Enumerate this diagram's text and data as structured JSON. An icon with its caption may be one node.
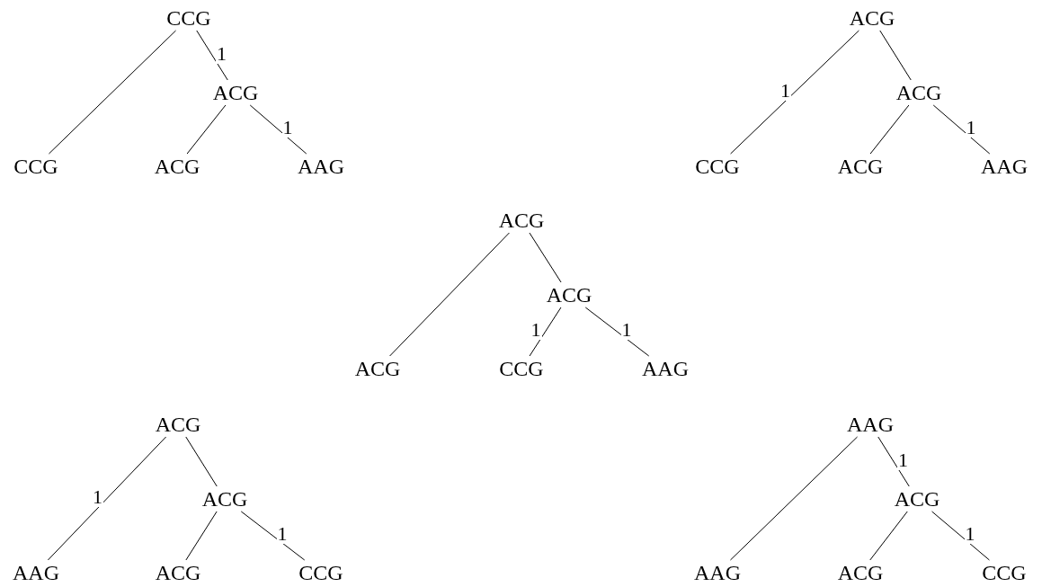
{
  "diagram": {
    "nodes": [
      {
        "text": [
          "CCG"
        ]
      },
      {
        "text": [
          "ACG"
        ]
      },
      {
        "text": [
          "CCG"
        ]
      },
      {
        "text": [
          "ACG"
        ]
      },
      {
        "text": [
          "AAG"
        ]
      },
      {
        "text": [
          "ACG"
        ]
      },
      {
        "text": [
          "ACG"
        ]
      },
      {
        "text": [
          "CCG"
        ]
      },
      {
        "text": [
          "ACG"
        ]
      },
      {
        "text": [
          "AAG"
        ]
      },
      {
        "text": [
          "ACG"
        ]
      },
      {
        "text": [
          "ACG"
        ]
      },
      {
        "text": [
          "ACG"
        ]
      },
      {
        "text": [
          "CCG"
        ]
      },
      {
        "text": [
          "AAG"
        ]
      },
      {
        "text": [
          "ACG"
        ]
      },
      {
        "text": [
          "ACG"
        ]
      },
      {
        "text": [
          "AAG"
        ]
      },
      {
        "text": [
          "ACG"
        ]
      },
      {
        "text": [
          "CCG"
        ]
      },
      {
        "text": [
          "AAG"
        ]
      },
      {
        "text": [
          "ACG"
        ]
      },
      {
        "text": [
          "AAG"
        ]
      },
      {
        "text": [
          "ACG"
        ]
      },
      {
        "text": [
          "CCG"
        ]
      }
    ],
    "edges": [
      {
        "from": 0,
        "to": 2,
        "arrow": "none"
      },
      {
        "from": 0,
        "to": 1,
        "arrow": "none",
        "label": "1"
      },
      {
        "from": 1,
        "to": 3,
        "arrow": "none"
      },
      {
        "from": 1,
        "to": 4,
        "arrow": "none",
        "label": "1"
      },
      {
        "from": 5,
        "to": 7,
        "arrow": "none",
        "label": "1"
      },
      {
        "from": 5,
        "to": 6,
        "arrow": "none"
      },
      {
        "from": 6,
        "to": 8,
        "arrow": "none"
      },
      {
        "from": 6,
        "to": 9,
        "arrow": "none",
        "label": "1"
      },
      {
        "from": 10,
        "to": 12,
        "arrow": "none"
      },
      {
        "from": 10,
        "to": 11,
        "arrow": "none"
      },
      {
        "from": 11,
        "to": 13,
        "arrow": "none",
        "label": "1"
      },
      {
        "from": 11,
        "to": 14,
        "arrow": "none",
        "label": "1"
      },
      {
        "from": 15,
        "to": 17,
        "arrow": "none",
        "label": "1"
      },
      {
        "from": 15,
        "to": 16,
        "arrow": "none"
      },
      {
        "from": 16,
        "to": 18,
        "arrow": "none"
      },
      {
        "from": 16,
        "to": 19,
        "arrow": "none",
        "label": "1"
      },
      {
        "from": 20,
        "to": 22,
        "arrow": "none"
      },
      {
        "from": 20,
        "to": 21,
        "arrow": "none",
        "label": "1"
      },
      {
        "from": 21,
        "to": 23,
        "arrow": "none"
      },
      {
        "from": 21,
        "to": 24,
        "arrow": "none",
        "label": "1"
      }
    ]
  }
}
